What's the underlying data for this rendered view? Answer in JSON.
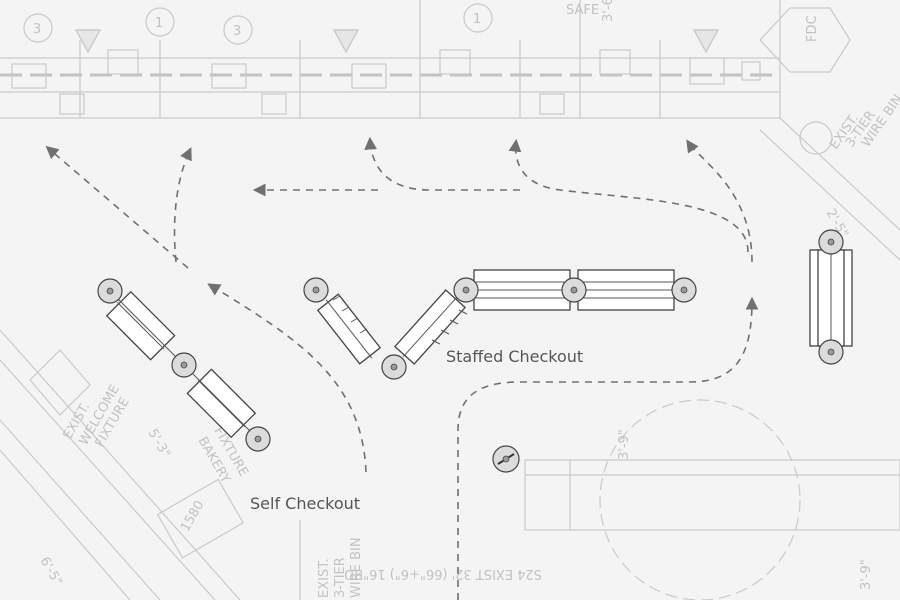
{
  "labels": {
    "self_checkout": "Self Checkout",
    "staffed_checkout": "Staffed Checkout"
  },
  "background_plan_text": {
    "fdc": "FDC",
    "wire_bin_1": "EXIST.",
    "wire_bin_2": "3-TIER",
    "wire_bin_3": "WIRE BIN",
    "welcome_1": "EXIST.",
    "welcome_2": "WELCOME",
    "welcome_3": "FIXTURE",
    "bakery_1": "BAKERY",
    "bakery_2": "FIXTURE",
    "fixture_code": "1580",
    "wire_bin_b1": "EXIST.",
    "wire_bin_b2": "3-TIER",
    "wire_bin_b3": "WIRE BIN",
    "dim_bottom": "S24 EXIST 32' (66\"+6\") 16\"BD",
    "dim_right": "3'-9\"",
    "dim_top": "3'-6\"",
    "safe_text": "SAFE",
    "circle_1": "3",
    "circle_2": "1",
    "circle_3": "3",
    "circle_4": "1",
    "dim_left": "5'-3\"",
    "dim_left2": "6'-5\"",
    "dim_side": "2'-5\""
  },
  "colors": {
    "background": "#f4f4f4",
    "plan_lines": "#c9c9c9",
    "flow_arrows": "#707070",
    "fixture_outline": "#444444",
    "label_text": "#555555"
  }
}
